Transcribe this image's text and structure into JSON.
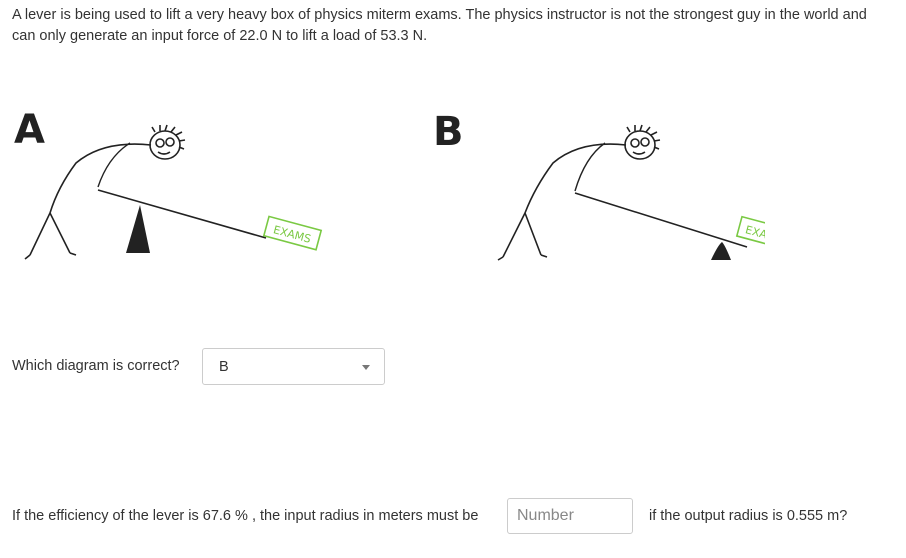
{
  "problem": {
    "text": "A lever is being used to lift a very heavy box of physics miterm exams.  The physics instructor is not the strongest guy in the world and can only generate an input force of 22.0 N to lift a load of  53.3 N."
  },
  "diagrams": {
    "a": {
      "label": "A",
      "box_label": "EXAMS"
    },
    "b": {
      "label": "B",
      "box_label": "EXAMS"
    }
  },
  "question1": {
    "text": "Which diagram is correct?",
    "selected": "B"
  },
  "question2": {
    "prefix": "If the efficiency of the lever is",
    "efficiency": "67.6 %",
    "middle": ", the input radius in meters must be",
    "input_placeholder": "Number",
    "suffix": "if the output radius is 0.555 m?"
  },
  "colors": {
    "text": "#333333",
    "exams_box": "#7ac943",
    "border": "#cccccc"
  }
}
